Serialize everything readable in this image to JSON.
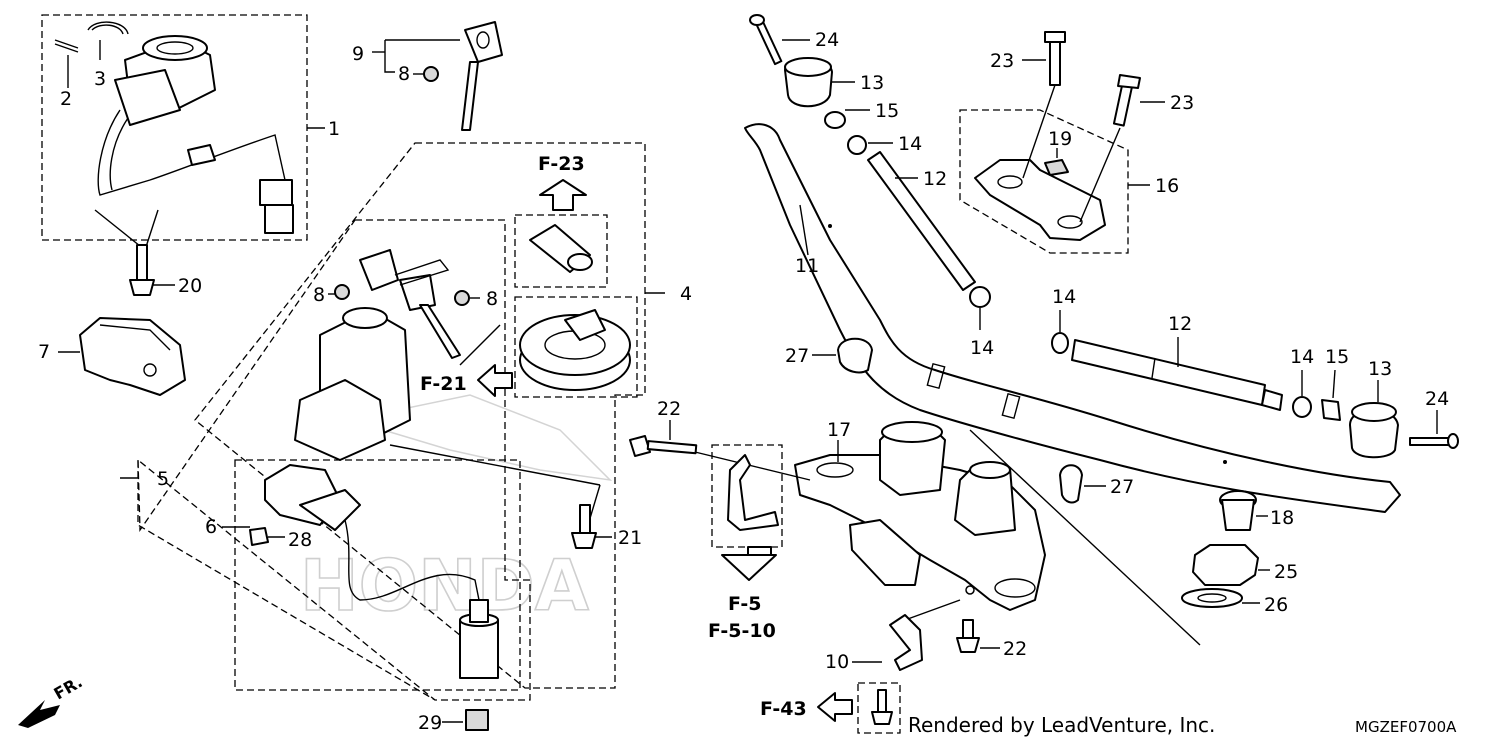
{
  "diagram": {
    "callouts": {
      "c1": "1",
      "c2": "2",
      "c3": "3",
      "c4": "4",
      "c5": "5",
      "c6": "6",
      "c7": "7",
      "c8a": "8",
      "c8b": "8",
      "c8c": "8",
      "c9": "9",
      "c10": "10",
      "c11": "11",
      "c12a": "12",
      "c12b": "12",
      "c13a": "13",
      "c13b": "13",
      "c14a": "14",
      "c14b": "14",
      "c14c": "14",
      "c14d": "14",
      "c15a": "15",
      "c15b": "15",
      "c16": "16",
      "c17": "17",
      "c18": "18",
      "c19": "19",
      "c20": "20",
      "c21": "21",
      "c22a": "22",
      "c22b": "22",
      "c23a": "23",
      "c23b": "23",
      "c24a": "24",
      "c24b": "24",
      "c25": "25",
      "c26": "26",
      "c27a": "27",
      "c27b": "27",
      "c28": "28",
      "c29": "29"
    },
    "refs": {
      "f23": "F-23",
      "f21": "F-21",
      "f5": "F-5",
      "f510": "F-5-10",
      "f43": "F-43"
    },
    "direction_label": "FR.",
    "credit": "Rendered by LeadVenture, Inc.",
    "diagram_code": "MGZEF0700A",
    "watermark": "HONDA"
  }
}
